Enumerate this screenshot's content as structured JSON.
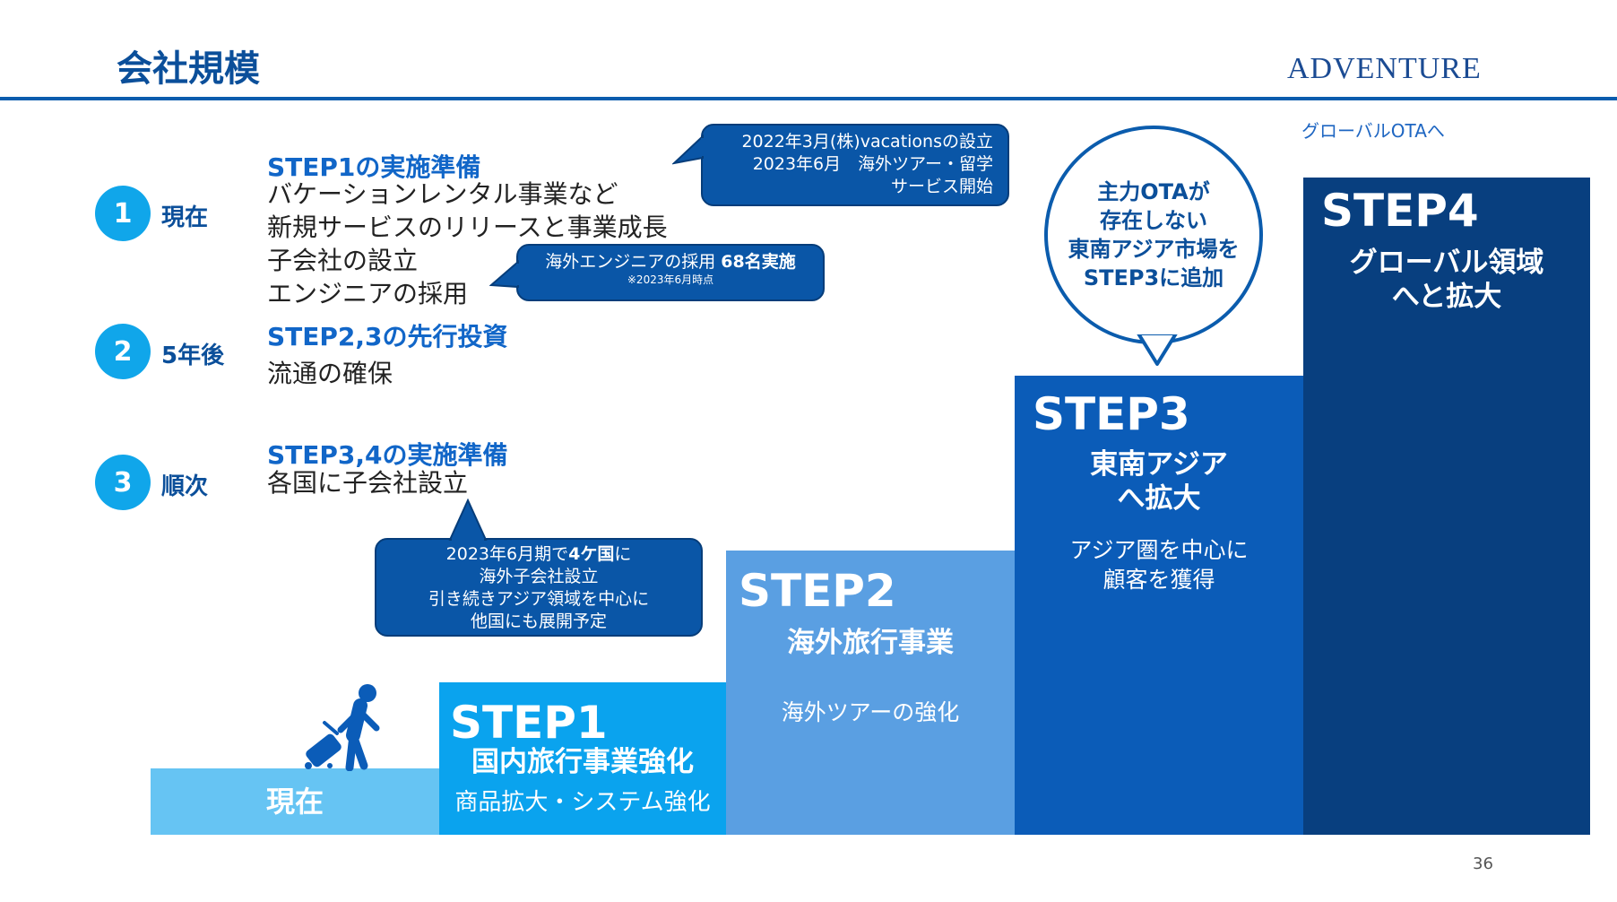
{
  "header": {
    "title": "会社規模",
    "brand": "ADVENTURE",
    "ota_caption": "グローバルOTAへ"
  },
  "phases": [
    {
      "number": "1",
      "label": "現在",
      "heading": "STEP1の実施準備",
      "lines": [
        "バケーションレンタル事業など",
        "新規サービスのリリースと事業成長",
        "子会社の設立",
        "エンジニアの採用"
      ]
    },
    {
      "number": "2",
      "label": "5年後",
      "heading": "STEP2,3の先行投資",
      "lines": [
        "流通の確保"
      ]
    },
    {
      "number": "3",
      "label": "順次",
      "heading": "STEP3,4の実施準備",
      "lines": [
        "各国に子会社設立"
      ]
    }
  ],
  "callouts": {
    "vacations": [
      "2022年3月(株)vacationsの設立",
      "2023年6月　海外ツアー・留学",
      "サービス開始"
    ],
    "engineers": {
      "main_prefix": "海外エンジニアの採用 ",
      "main_bold": "68名実施",
      "note": "※2023年6月時点"
    },
    "subsidiaries": {
      "line1_prefix": "2023年6月期で",
      "line1_bold": "4ケ国",
      "line1_suffix": "に",
      "lines": [
        "海外子会社設立",
        "引き続きアジア領域を中心に",
        "他国にも展開予定"
      ]
    }
  },
  "bubble": {
    "lines": [
      "主力OTAが",
      "存在しない",
      "東南アジア市場を",
      "STEP3に追加"
    ]
  },
  "steps": [
    {
      "id": "now",
      "title": "",
      "subtitle": "現在",
      "description": "",
      "color": "#66c4f3"
    },
    {
      "id": "step1",
      "title": "STEP1",
      "subtitle": "国内旅行事業強化",
      "description": "商品拡大・システム強化",
      "color": "#0aa3ee"
    },
    {
      "id": "step2",
      "title": "STEP2",
      "subtitle": "海外旅行事業",
      "description": "海外ツアーの強化",
      "color": "#5a9fe2"
    },
    {
      "id": "step3",
      "title": "STEP3",
      "subtitle": "東南アジア\nへ拡大",
      "description": "アジア圏を中心に\n顧客を獲得",
      "color": "#0b5cb8"
    },
    {
      "id": "step4",
      "title": "STEP4",
      "subtitle": "グローバル領域\nへと拡大",
      "description": "",
      "color": "#083f7f"
    }
  ],
  "icons": {
    "traveler": "traveler-with-suitcase-icon"
  },
  "page_number": "36"
}
